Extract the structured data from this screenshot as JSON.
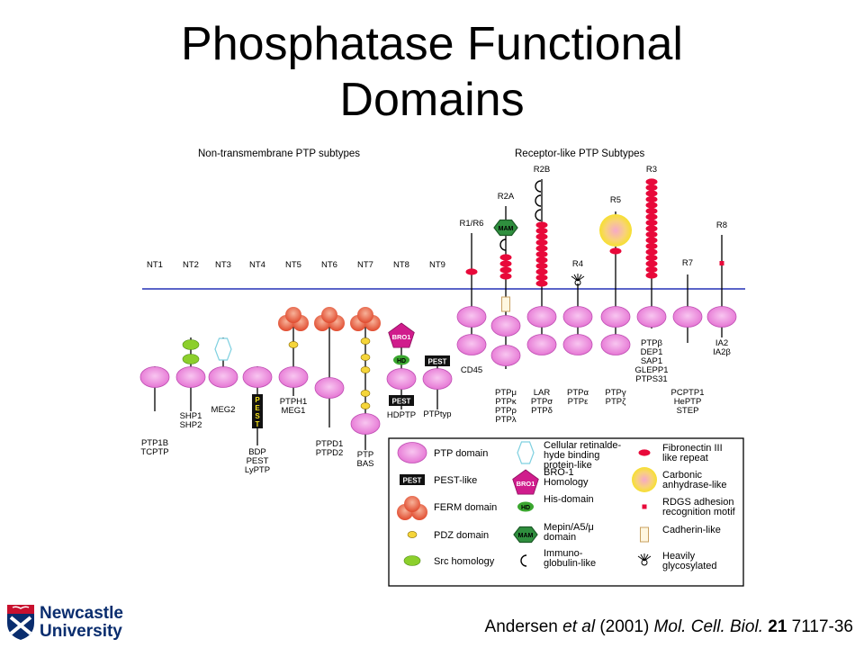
{
  "slide": {
    "title_line1": "Phosphatase Functional",
    "title_line2": "Domains"
  },
  "figure": {
    "heading_left": "Non-transmembrane PTP subtypes",
    "heading_right": "Receptor-like PTP Subtypes",
    "nt_classes": [
      {
        "code": "NT1",
        "names": [
          "PTP1B",
          "TCPTP"
        ]
      },
      {
        "code": "NT2",
        "names": [
          "SHP1",
          "SHP2"
        ]
      },
      {
        "code": "NT3",
        "names": [
          "MEG2"
        ]
      },
      {
        "code": "NT4",
        "names": [
          "BDP",
          "PEST",
          "LyPTP"
        ]
      },
      {
        "code": "NT5",
        "names": [
          "PTPH1",
          "MEG1"
        ]
      },
      {
        "code": "NT6",
        "names": [
          "PTPD1",
          "PTPD2"
        ]
      },
      {
        "code": "NT7",
        "names": [
          "PTP",
          "BAS"
        ]
      },
      {
        "code": "NT8",
        "names": [
          "HDPTP"
        ]
      },
      {
        "code": "NT9",
        "names": [
          "PTPtyp"
        ]
      }
    ],
    "nt4_pest_letters": [
      "P",
      "E",
      "S",
      "T"
    ],
    "r_classes": [
      {
        "code": "R1/R6",
        "names": [
          "CD45"
        ]
      },
      {
        "code": "R2A",
        "names": [
          "PTPμ",
          "PTPκ",
          "PTPρ",
          "PTPλ"
        ]
      },
      {
        "code": "R2B",
        "names": [
          "LAR",
          "PTPσ",
          "PTPδ"
        ]
      },
      {
        "code": "R4",
        "names": [
          "PTPα",
          "PTPε"
        ]
      },
      {
        "code": "R5",
        "names": [
          "PTPγ",
          "PTPζ"
        ]
      },
      {
        "code": "R3",
        "names": [
          "PTPβ",
          "DEP1",
          "SAP1",
          "GLEPP1",
          "PTPS31"
        ]
      },
      {
        "code": "R7",
        "names": [
          "PCPTP1",
          "HePTP",
          "STEP"
        ]
      },
      {
        "code": "R8",
        "names": [
          "IA2",
          "IA2β"
        ]
      }
    ],
    "badges": {
      "pest": "PEST",
      "bro": "BRO1",
      "hd": "HD",
      "mam": "MAM"
    },
    "legend": {
      "col1": [
        "PTP domain",
        "PEST-like",
        "FERM domain",
        "PDZ domain",
        "Src homology"
      ],
      "col2": [
        [
          "Cellular retinalde-",
          "hyde binding",
          "protein-like"
        ],
        [
          "BRO-1",
          "Homology"
        ],
        [
          "His-domain"
        ],
        [
          "Mepin/A5/μ",
          "domain"
        ],
        [
          "Immuno-",
          "globulin-like"
        ]
      ],
      "col3": [
        [
          "Fibronectin III",
          "like repeat"
        ],
        [
          "Carbonic",
          "anhydrase-like"
        ],
        [
          "RDGS adhesion",
          "recognition motif"
        ],
        [
          "Cadherin-like"
        ],
        [
          "Heavily",
          "glycosylated"
        ]
      ],
      "swatch_labels": {
        "pest": "PEST",
        "bro": "BRO1",
        "hd": "HD",
        "mam": "MAM"
      }
    },
    "colors": {
      "ptp": "#e46fd2",
      "fn3": "#e8093a",
      "pdz": "#f5d53a",
      "src": "#8ccf2c",
      "ferm": "#e04a2e",
      "bro": "#d01c8c",
      "hd": "#3aa62f",
      "mam": "#2f8f3e",
      "carbonic": "#f6e31c",
      "membrane": "#5a64c8",
      "retinal": "#7fd0e0"
    }
  },
  "logo": {
    "line1": "Newcastle",
    "line2": "University"
  },
  "citation": {
    "authors": "Andersen",
    "etal": "et al",
    "year": "(2001)",
    "journal": "Mol. Cell. Biol.",
    "volume": "21",
    "pages": "7117-36"
  }
}
